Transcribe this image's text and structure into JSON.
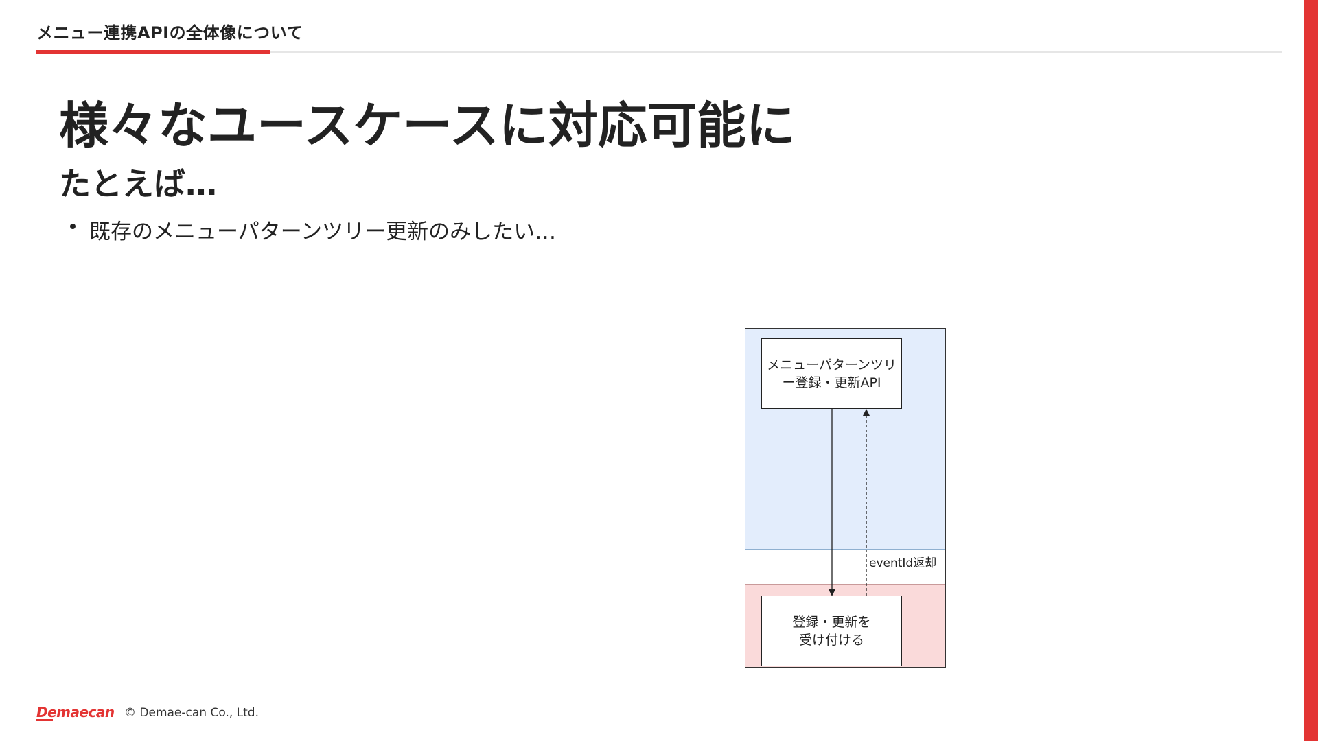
{
  "header": {
    "section_title": "メニュー連携APIの全体像について"
  },
  "slide": {
    "title": "様々なユースケースに対応可能に",
    "subtitle": "たとえば…",
    "bullets": [
      "既存のメニューパターンツリー更新のみしたい…"
    ]
  },
  "diagram": {
    "top_box": "メニューパターンツリ\nー登録・更新API",
    "bottom_box": "登録・更新を\n受け付ける",
    "return_label": "eventId返却",
    "zone_colors": {
      "top": "#e3edfc",
      "middle": "#ffffff",
      "bottom": "#fadada"
    }
  },
  "footer": {
    "logo": "Demaecan",
    "copyright": "© Demae-can Co., Ltd."
  },
  "colors": {
    "accent": "#e33433",
    "text": "#222222"
  }
}
